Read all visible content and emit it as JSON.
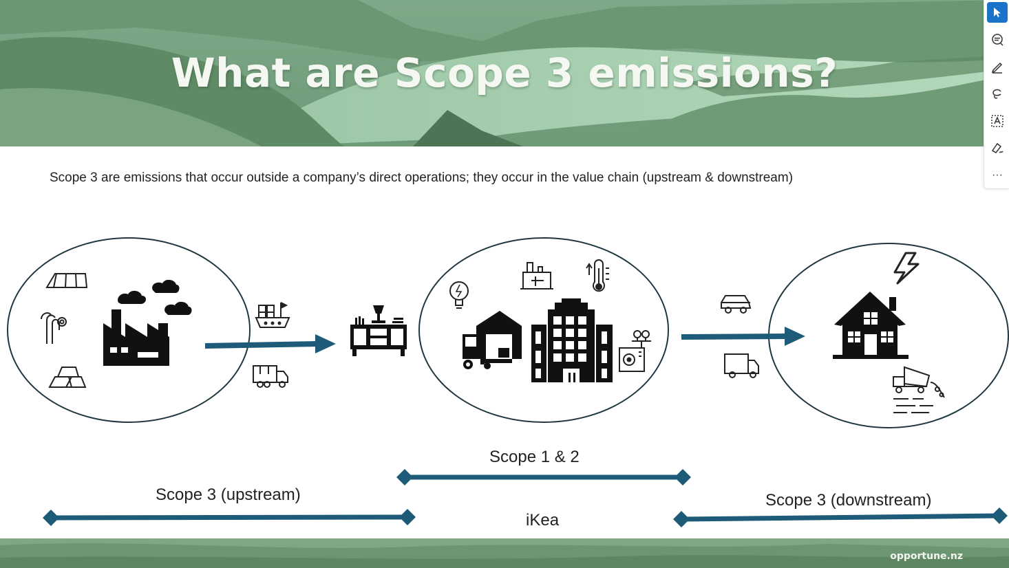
{
  "slide": {
    "title": "What are Scope 3 emissions?",
    "subtitle": "Scope 3 are emissions that occur outside a company’s direct operations; they occur in the value chain (upstream & downstream)",
    "footer_brand": "opportune.nz"
  },
  "diagram": {
    "nodes": [
      {
        "id": "upstream-suppliers",
        "icons": [
          "lumber-icon",
          "pipes-icon",
          "metal-ingots-icon",
          "factory-icon"
        ]
      },
      {
        "id": "company-operations",
        "icons": [
          "lightbulb-icon",
          "plant-icon",
          "thermometer-icon",
          "warehouse-forklift-icon",
          "office-building-icon",
          "refrigeration-icon"
        ]
      },
      {
        "id": "downstream-use",
        "icons": [
          "lightning-icon",
          "house-icon",
          "dump-truck-icon"
        ]
      },
      {
        "id": "product",
        "icons": [
          "furniture-sideboard-icon"
        ]
      }
    ],
    "transport_icons": [
      "cargo-ship-icon",
      "delivery-truck-icon",
      "car-icon",
      "van-icon"
    ],
    "spans": {
      "scope12": "Scope 1 & 2",
      "upstream": "Scope 3 (upstream)",
      "downstream": "Scope 3 (downstream)",
      "company": "iKea"
    },
    "colors": {
      "accent": "#1e5b78",
      "ellipse_stroke": "#1f3540",
      "banner_tint": "#86b796"
    }
  },
  "toolbar": {
    "tools": [
      "select-arrow-icon",
      "comment-icon",
      "draw-pen-icon",
      "lasso-icon",
      "text-select-icon",
      "sign-icon"
    ],
    "more_label": "···"
  }
}
